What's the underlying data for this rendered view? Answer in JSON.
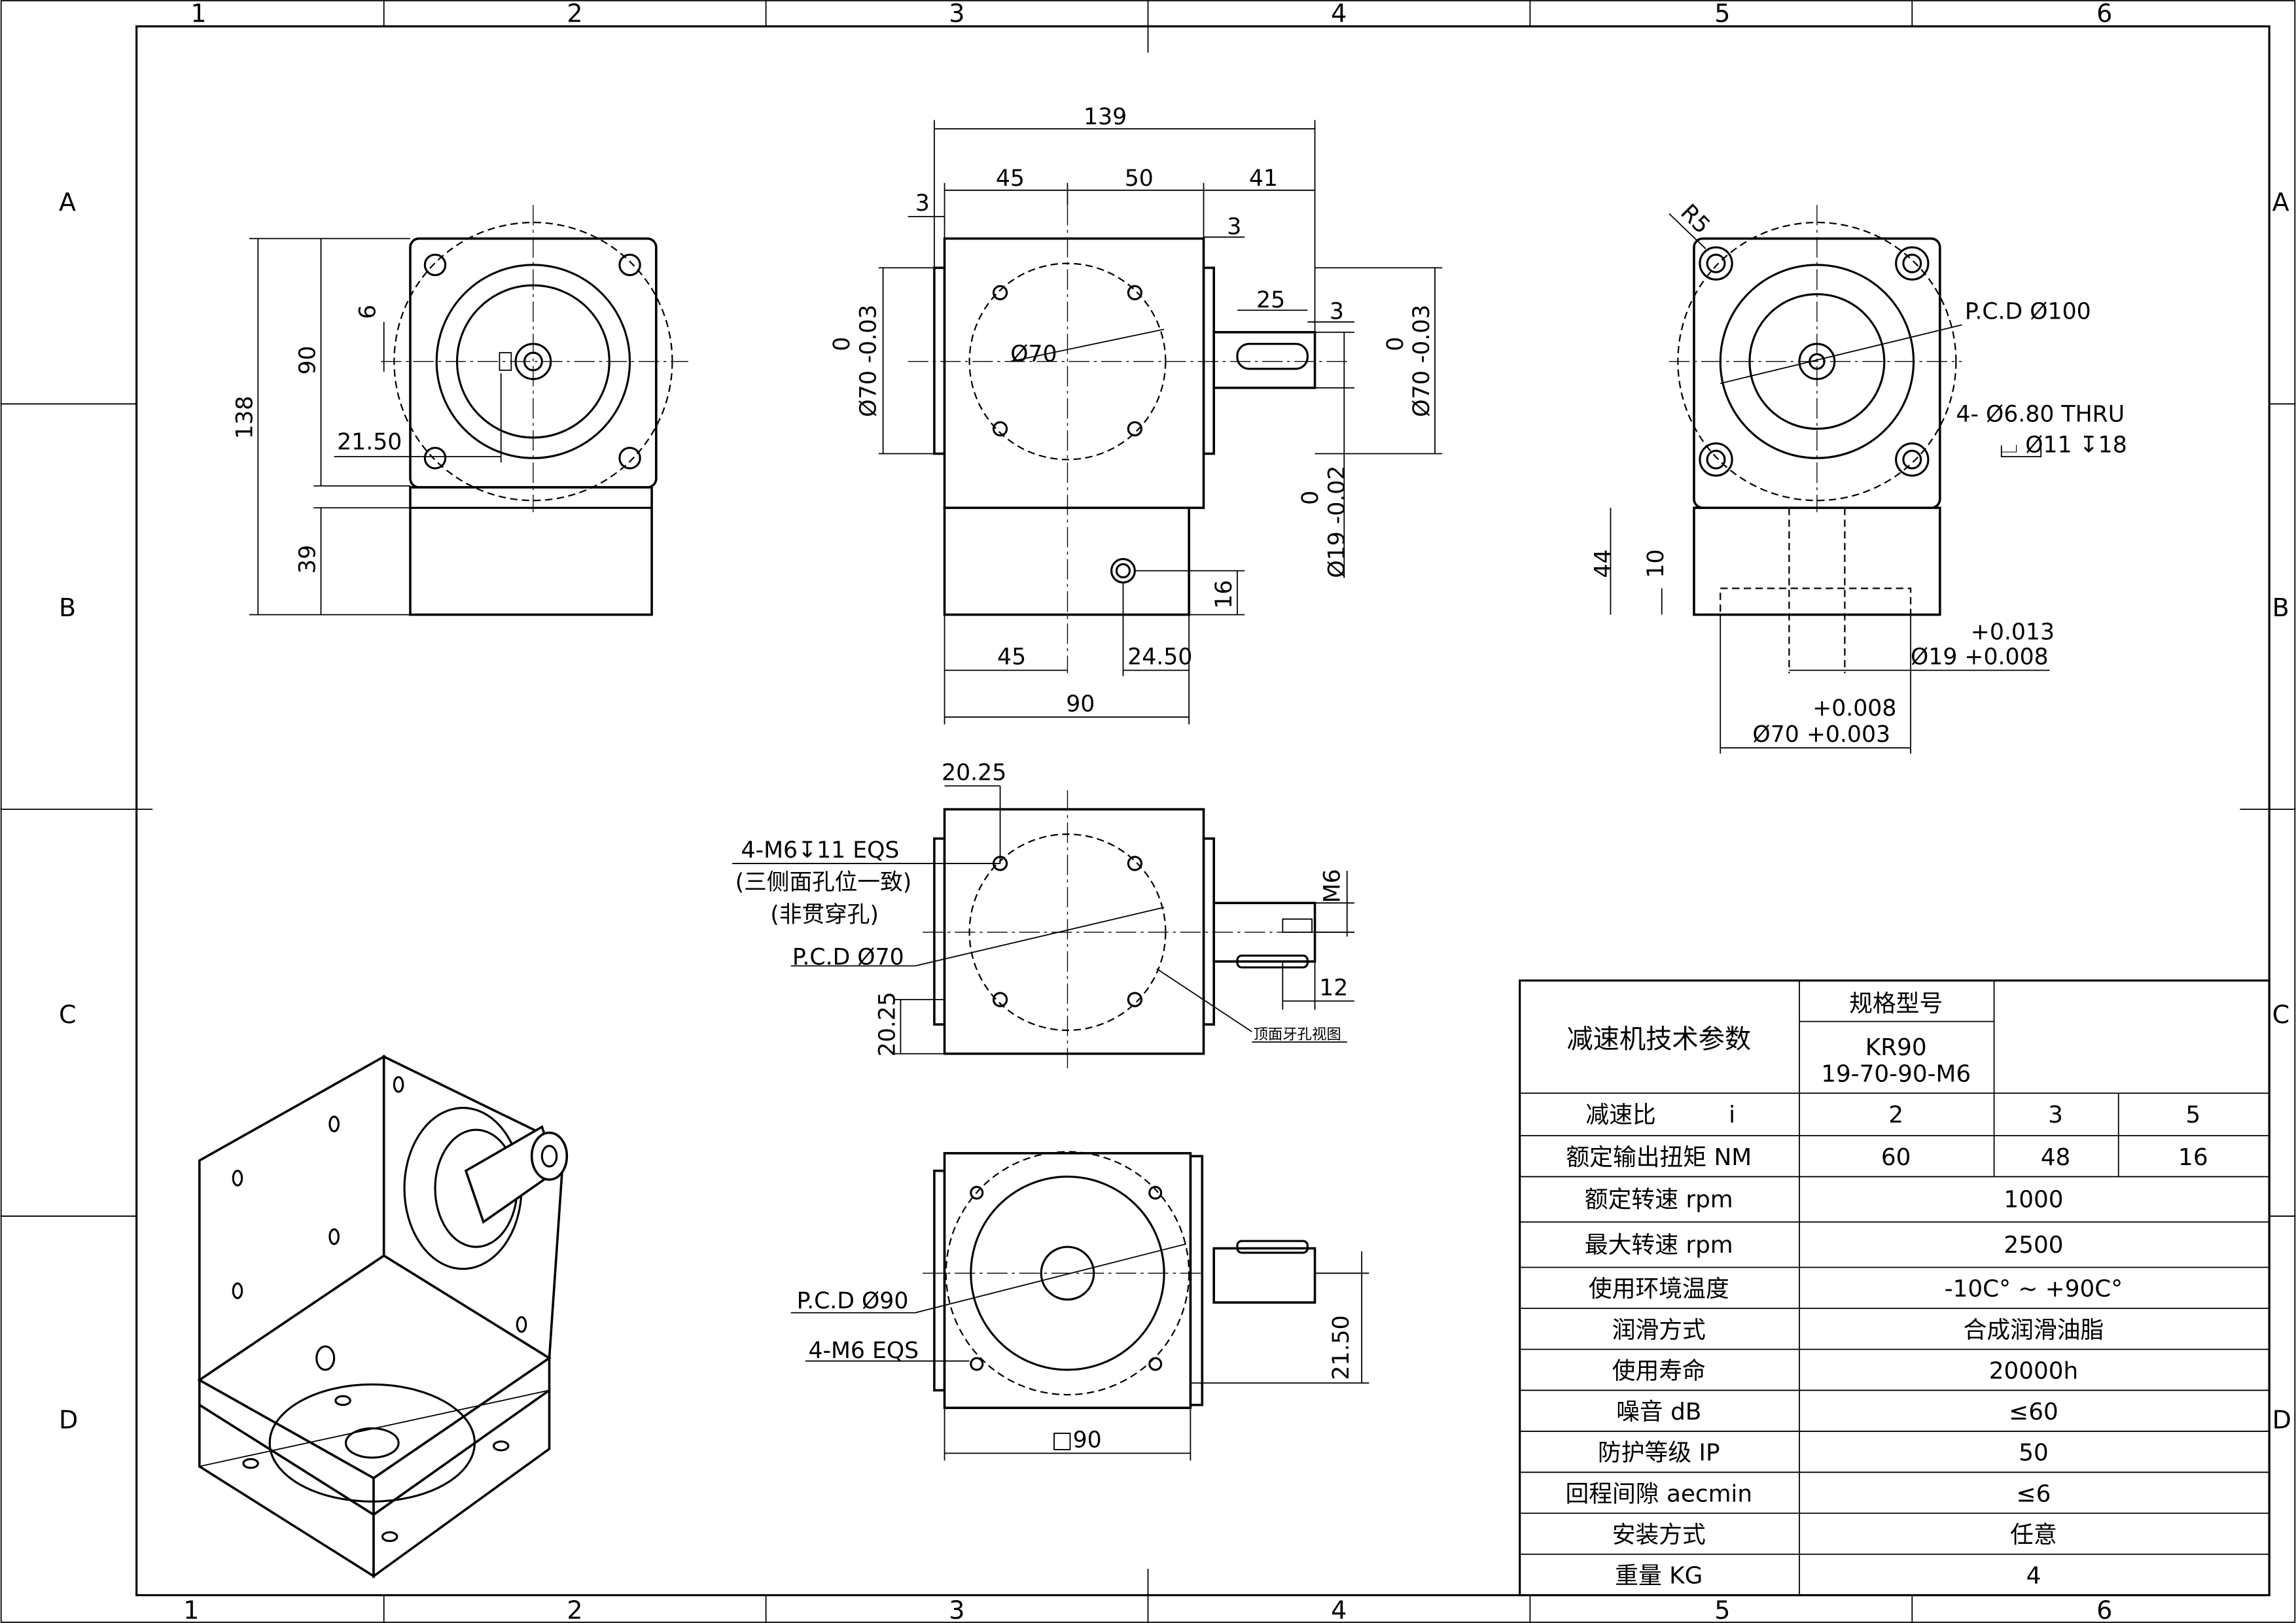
{
  "frame": {
    "columns": [
      "1",
      "2",
      "3",
      "4",
      "5",
      "6"
    ],
    "rows": [
      "A",
      "B",
      "C",
      "D"
    ]
  },
  "view_front_flange": {
    "dims": [
      "138",
      "90",
      "39",
      "6",
      "21.50"
    ]
  },
  "view_side": {
    "dims": [
      "139",
      "45",
      "50",
      "41",
      "3",
      "3",
      "25",
      "3",
      "0",
      "Ø70 -0.03",
      "Ø70",
      "0",
      "Ø70 -0.03",
      "0",
      "Ø19 -0.02",
      "16",
      "45",
      "24.50",
      "90"
    ]
  },
  "view_output_flange": {
    "labels": [
      "R5",
      "P.C.D Ø100",
      "4- Ø6.80 THRU",
      "⌴ Ø11 ↧18",
      "44",
      "10",
      "+0.013",
      "Ø19 +0.008",
      "+0.008",
      "Ø70 +0.003"
    ]
  },
  "view_top_holes": {
    "labels": [
      "20.25",
      "4-M6↧11 EQS",
      "(三侧面孔位一致)",
      "(非贯穿孔)",
      "P.C.D Ø70",
      "20.25",
      "M6",
      "12",
      "顶面牙孔视图"
    ]
  },
  "view_bottom": {
    "labels": [
      "P.C.D Ø90",
      "4-M6 EQS",
      "21.50",
      "□90"
    ]
  },
  "spec_table": {
    "title": "减速机技术参数",
    "model_header": "规格型号",
    "model_line1": "KR90",
    "model_line2": "19-70-90-M6",
    "ratio_label": "减速比",
    "ratio_unit": "i",
    "ratios": [
      "2",
      "3",
      "5"
    ],
    "torque_label": "额定输出扭矩  NM",
    "torques": [
      "60",
      "48",
      "16"
    ],
    "rows": [
      {
        "label": "额定转速  rpm",
        "value": "1000"
      },
      {
        "label": "最大转速  rpm",
        "value": "2500"
      },
      {
        "label": "使用环境温度",
        "value": "-10C° ~ +90C°"
      },
      {
        "label": "润滑方式",
        "value": "合成润滑油脂"
      },
      {
        "label": "使用寿命",
        "value": "20000h"
      },
      {
        "label": "噪音  dB",
        "value": "≤60"
      },
      {
        "label": "防护等级  IP",
        "value": "50"
      },
      {
        "label": "回程间隙 aecmin",
        "value": "≤6"
      },
      {
        "label": "安装方式",
        "value": "任意"
      },
      {
        "label": "重量  KG",
        "value": "4"
      }
    ]
  }
}
